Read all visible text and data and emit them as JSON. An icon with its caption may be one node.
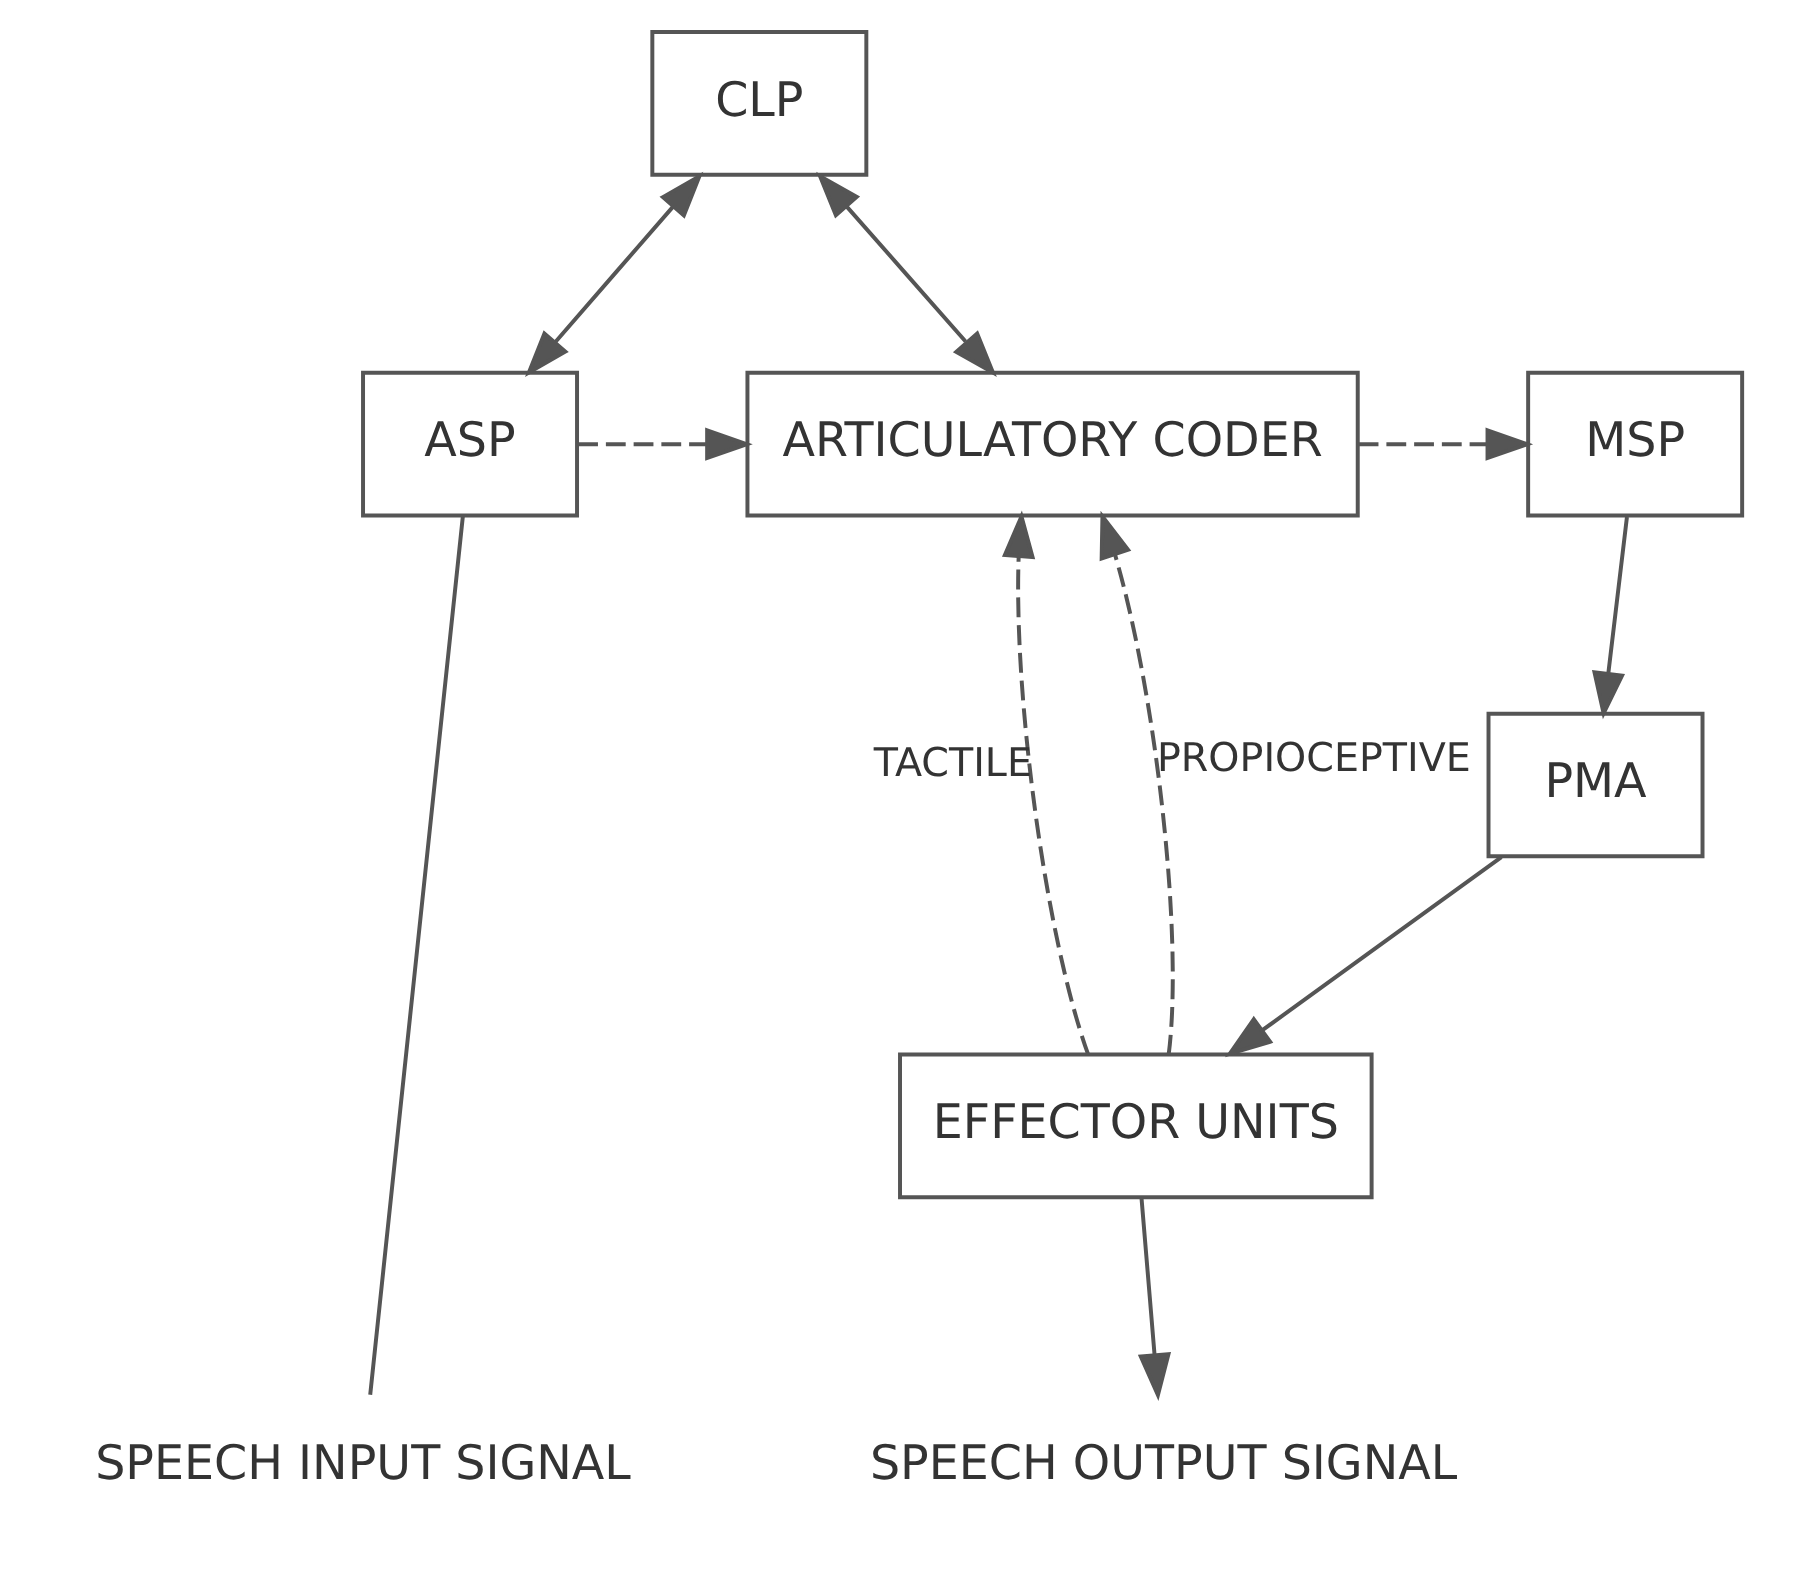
{
  "diagram": {
    "nodes": [
      {
        "text": [
          "CLP"
        ]
      },
      {
        "text": [
          "ASP"
        ]
      },
      {
        "text": [
          "ARTICULATORY CODER"
        ]
      },
      {
        "text": [
          "MSP"
        ]
      },
      {
        "text": [
          "PMA"
        ]
      },
      {
        "text": [
          "EFFECTOR UNITS"
        ]
      },
      {
        "text": [
          "SPEECH INPUT SIGNAL"
        ]
      },
      {
        "text": [
          "SPEECH OUTPUT SIGNAL"
        ]
      }
    ],
    "edges": [
      {
        "from": 0,
        "to": 1,
        "arrow": "both"
      },
      {
        "from": 0,
        "to": 2,
        "arrow": "both"
      },
      {
        "from": 1,
        "to": 2,
        "arrow": "to",
        "style": "dashed"
      },
      {
        "from": 2,
        "to": 3,
        "arrow": "to",
        "style": "dashed"
      },
      {
        "from": 3,
        "to": 4,
        "arrow": "to"
      },
      {
        "from": 4,
        "to": 5,
        "arrow": "to"
      },
      {
        "from": 5,
        "to": 2,
        "arrow": "to",
        "style": "dashed",
        "label": "TACTILE"
      },
      {
        "from": 5,
        "to": 2,
        "arrow": "to",
        "style": "dashed",
        "label": "PROPIOCEPTIVE"
      },
      {
        "from": 1,
        "to": 6,
        "arrow": "none"
      },
      {
        "from": 5,
        "to": 7,
        "arrow": "to"
      }
    ]
  }
}
